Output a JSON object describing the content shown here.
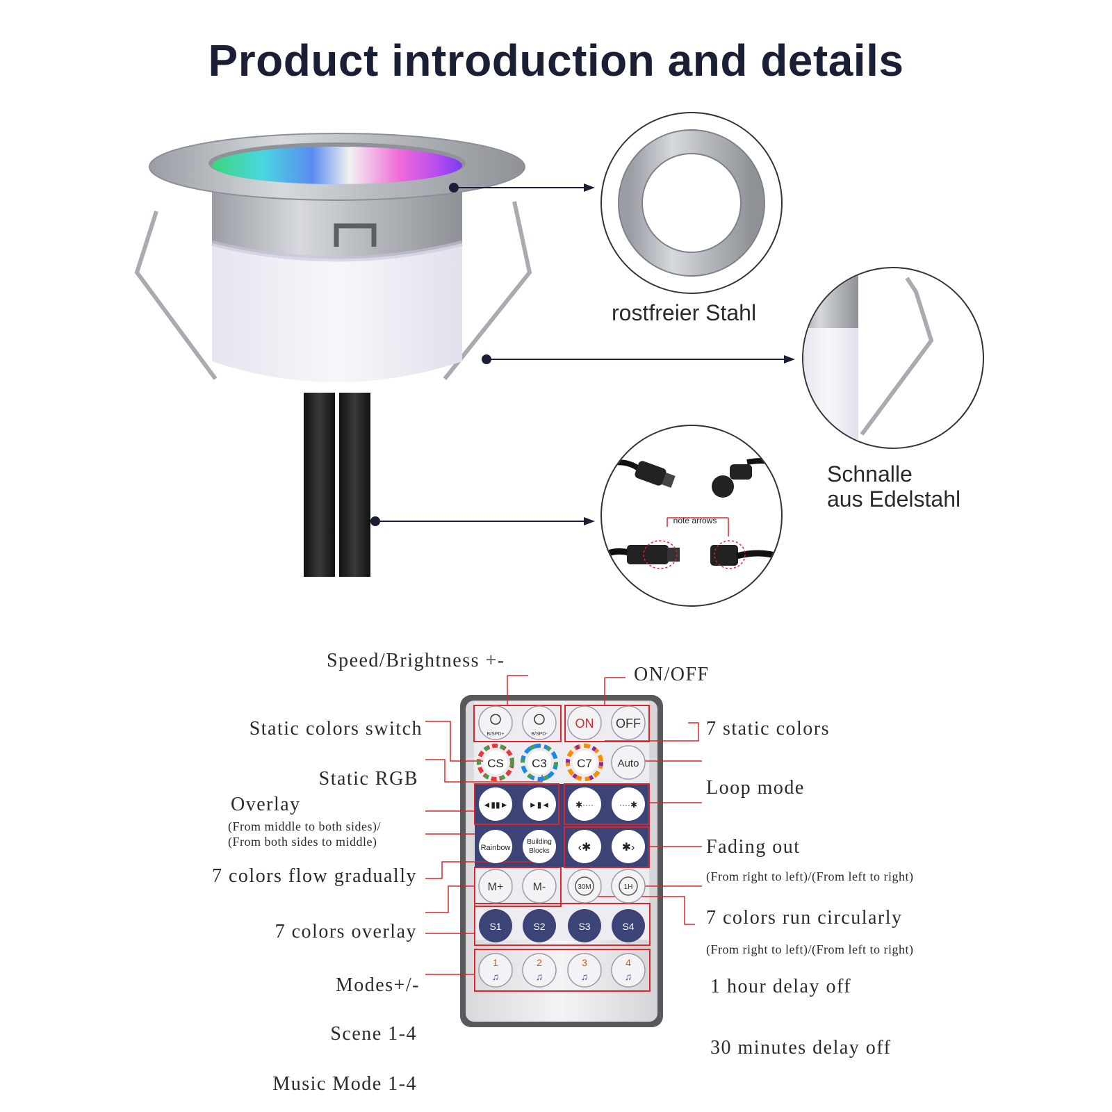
{
  "title": "Product introduction and details",
  "callouts": {
    "ring": "rostfreier Stahl",
    "buckle_line1": "Schnalle",
    "buckle_line2": "aus Edelstahl",
    "connector_note": "note arrows"
  },
  "remote": {
    "left_labels": {
      "speed": "Speed/Brightness +-",
      "static_switch": "Static colors switch",
      "static_rgb": "Static RGB",
      "overlay": "Overlay",
      "overlay_sub1": "(From middle to both   sides)/",
      "overlay_sub2": "(From both   sides to middle)",
      "flow": "7 colors flow gradually",
      "overlay7": "7 colors overlay",
      "modes": "Modes+/-",
      "scene": "Scene 1-4",
      "music": "Music Mode 1-4"
    },
    "right_labels": {
      "onoff": "ON/OFF",
      "static7": "7 static colors",
      "loop": "Loop mode",
      "fading": "Fading out",
      "fading_sub": "(From right to left)/(From left to right)",
      "circular": "7 colors run circularly",
      "circular_sub": "(From right to left)/(From left to right)",
      "hour": "1 hour  delay off",
      "min30": "30 minutes delay off"
    },
    "buttons": {
      "bright_up_sub": "B/SPD+",
      "bright_down_sub": "B/SPD-",
      "on": "ON",
      "off": "OFF",
      "cs": "CS",
      "c3": "C3",
      "c7": "C7",
      "auto": "Auto",
      "rainbow": "Rainbow",
      "building1": "Building",
      "building2": "Blocks",
      "m_plus": "M+",
      "m_minus": "M-",
      "t30": "30M",
      "t1h": "1H",
      "s1": "S1",
      "s2": "S2",
      "s3": "S3",
      "s4": "S4",
      "mu1": "1",
      "mu2": "2",
      "mu3": "3",
      "mu4": "4"
    },
    "colors": {
      "red": "#d8262b",
      "navy": "#3c4377",
      "panel": "#dcdde8"
    }
  }
}
